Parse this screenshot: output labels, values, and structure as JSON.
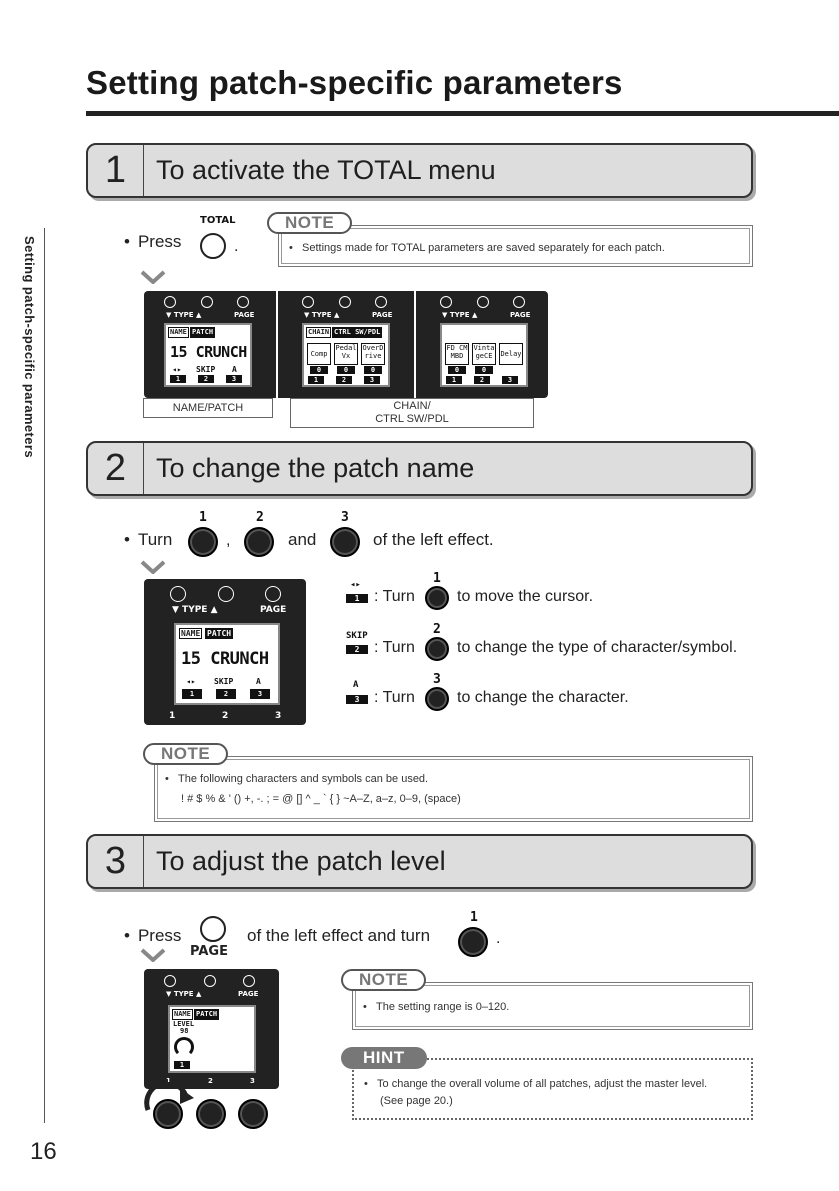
{
  "page": {
    "title": "Setting patch-specific parameters",
    "side_label": "Setting patch-specific parameters",
    "page_number": "16"
  },
  "steps": [
    {
      "num": "1",
      "text": "To activate the TOTAL menu"
    },
    {
      "num": "2",
      "text": "To change the patch name"
    },
    {
      "num": "3",
      "text": "To adjust the patch level"
    }
  ],
  "step1": {
    "press": "Press",
    "button_label": "TOTAL",
    "period": ".",
    "note_tag": "NOTE",
    "note_text": "Settings made for TOTAL parameters are saved separately for each patch.",
    "caption_left": "NAME/PATCH",
    "caption_right_1": "CHAIN/",
    "caption_right_2": "CTRL SW/PDL"
  },
  "step2": {
    "turn": "Turn",
    "comma": ",",
    "and": "and",
    "suffix": "of the left effect.",
    "knob_labels": [
      "1",
      "2",
      "3"
    ],
    "legend": [
      {
        "icon": "◂▸",
        "key": "1",
        "knob": "1",
        "text_a": ": Turn",
        "text_b": "to move the cursor."
      },
      {
        "icon": "SKIP",
        "key": "2",
        "knob": "2",
        "text_a": ": Turn",
        "text_b": "to change the type of character/symbol."
      },
      {
        "icon": "A",
        "key": "3",
        "knob": "3",
        "text_a": ": Turn",
        "text_b": "to change the character."
      }
    ],
    "note_tag": "NOTE",
    "note_line1": "The following characters and symbols can be used.",
    "note_line2": "! # $ % & ' () +, -. ; = @ [] ^ _ ` { } ~A–Z, a–z, 0–9, (space)"
  },
  "step3": {
    "press": "Press",
    "page_label": "PAGE",
    "middle": "of the left effect and turn",
    "knob_label": "1",
    "period": ".",
    "note_tag": "NOTE",
    "note_text": "The setting range is 0–120.",
    "hint_tag": "HINT",
    "hint_line1": "To change the overall volume of all patches, adjust the master level.",
    "hint_line2": "(See page 20.)"
  },
  "device": {
    "type_label": "▼ TYPE ▲",
    "page_label": "PAGE",
    "nums": [
      "1",
      "2",
      "3"
    ],
    "name_tab": "NAME",
    "patch_tab": "PATCH",
    "patch_name": "15 CRUNCH",
    "cursor_icon": "◂▸",
    "skip": "SKIP",
    "a": "A",
    "chain_tab": "CHAIN",
    "ctrl_tab": "CTRL SW/PDL",
    "fx1": [
      "Comp",
      "Pedal Vx",
      "OverD rive"
    ],
    "fx2": [
      "FD CM MBD",
      "Vinta geCE",
      "Delay"
    ],
    "zero": "0",
    "level_label": "LEVEL",
    "level_value": "98"
  }
}
